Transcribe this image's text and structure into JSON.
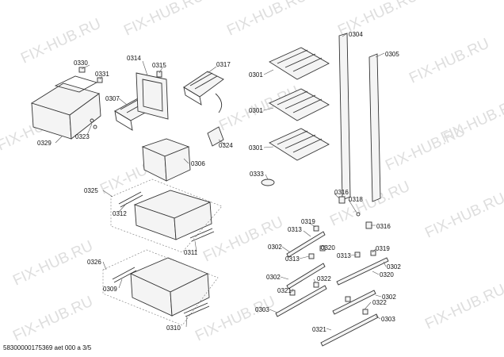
{
  "watermark_text": "FIX-HUB.RU",
  "footer_text": "58300000175369 aet 000 a 3/5",
  "labels": {
    "l0330": "0330",
    "l0331": "0331",
    "l0314": "0314",
    "l0315": "0315",
    "l0317": "0317",
    "l0307": "0307",
    "l0329": "0329",
    "l0323": "0323",
    "l0324": "0324",
    "l0306": "0306",
    "l0325": "0325",
    "l0312": "0312",
    "l0311": "0311",
    "l0326": "0326",
    "l0309": "0309",
    "l0310": "0310",
    "l0304": "0304",
    "l0305": "0305",
    "l0301a": "0301",
    "l0301b": "0301",
    "l0301c": "0301",
    "l0333": "0333",
    "l0316a": "0316",
    "l0318": "0318",
    "l0316b": "0316",
    "l0319a": "0319",
    "l0313a": "0313",
    "l0302a": "0302",
    "l0320a": "0320",
    "l0313b": "0313",
    "l0313c": "0313",
    "l0319b": "0319",
    "l0302b": "0302",
    "l0302c": "0302",
    "l0322a": "0322",
    "l0320b": "0320",
    "l0321a": "0321",
    "l0302d": "0302",
    "l0303a": "0303",
    "l0322b": "0322",
    "l0303b": "0303",
    "l0321b": "0321"
  }
}
